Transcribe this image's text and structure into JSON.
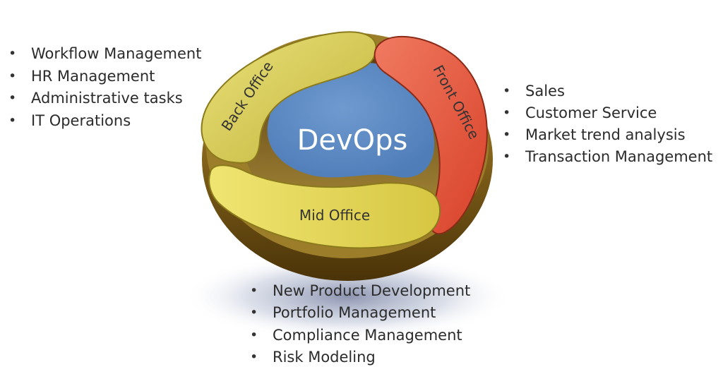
{
  "center_label": "DevOps",
  "segments": {
    "back_office": {
      "label": "Back Office",
      "color": "#D8CE50",
      "items": [
        "Workflow Management",
        "HR Management",
        "Administrative tasks",
        "IT Operations"
      ]
    },
    "front_office": {
      "label": "Front Office",
      "color": "#E8553C",
      "items": [
        "Sales",
        "Customer Service",
        "Market trend analysis",
        "Transaction Management"
      ]
    },
    "mid_office": {
      "label": "Mid Office",
      "color": "#E3D455",
      "items": [
        "New Product Development",
        "Portfolio Management",
        "Compliance Management",
        "Risk Modeling"
      ]
    }
  },
  "center_color": "#5E8BC4",
  "rim_color": "#8A6A1E"
}
